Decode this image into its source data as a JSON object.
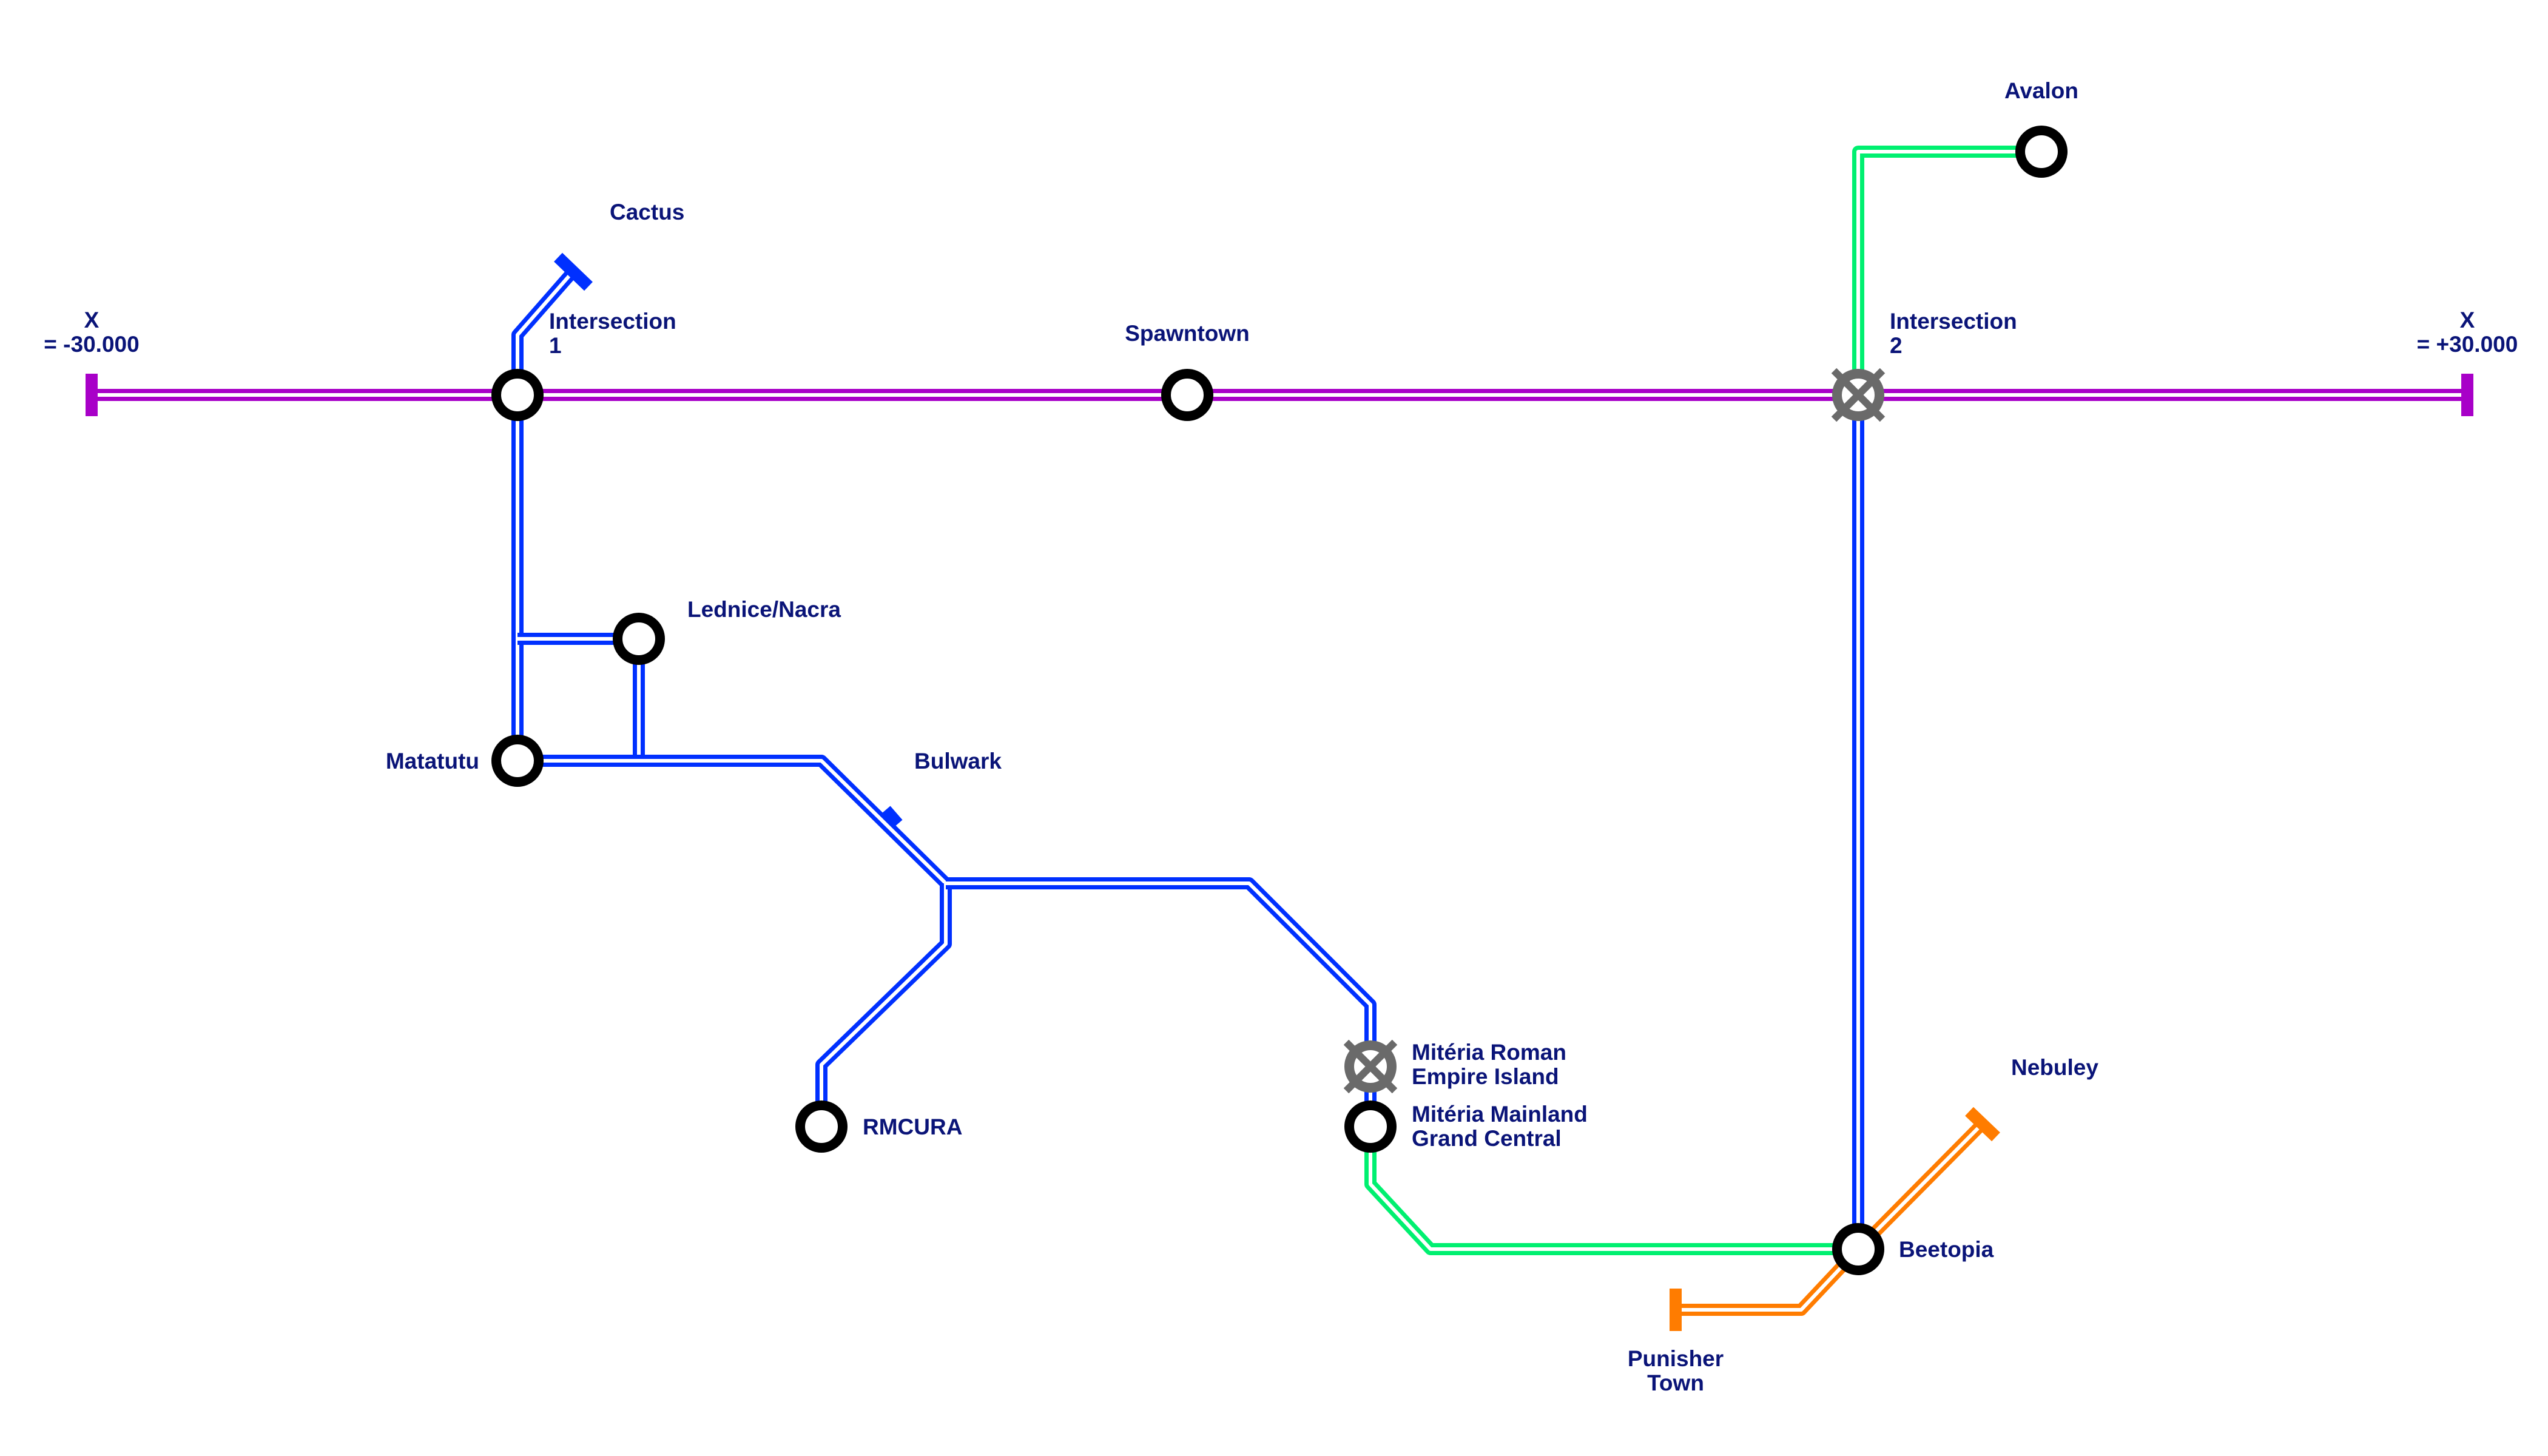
{
  "title": "Transit network map",
  "colors": {
    "purple": "#a800c8",
    "blue": "#0030ff",
    "green": "#00f070",
    "orange": "#ff7c00",
    "interchange_gray": "#6a6a6a",
    "station_ring": "#000000",
    "label": "#0a1478"
  },
  "lines": [
    {
      "name": "purple-line",
      "color": "purple"
    },
    {
      "name": "blue-line",
      "color": "blue"
    },
    {
      "name": "green-line",
      "color": "green"
    },
    {
      "name": "orange-line",
      "color": "orange"
    }
  ],
  "stations": [
    {
      "id": "x-minus",
      "label": [
        "X",
        "= -30.000"
      ],
      "type": "terminus"
    },
    {
      "id": "intersection-1",
      "label": [
        "Intersection",
        "1"
      ],
      "type": "station"
    },
    {
      "id": "spawntown",
      "label": [
        "Spawntown"
      ],
      "type": "station"
    },
    {
      "id": "intersection-2",
      "label": [
        "Intersection",
        "2"
      ],
      "type": "interchange-closed"
    },
    {
      "id": "x-plus",
      "label": [
        "X",
        "= +30.000"
      ],
      "type": "terminus"
    },
    {
      "id": "cactus",
      "label": [
        "Cactus"
      ],
      "type": "terminus"
    },
    {
      "id": "avalon",
      "label": [
        "Avalon"
      ],
      "type": "station"
    },
    {
      "id": "lednice-nacra",
      "label": [
        "Lednice/Nacra"
      ],
      "type": "station"
    },
    {
      "id": "matatutu",
      "label": [
        "Matatutu"
      ],
      "type": "station"
    },
    {
      "id": "bulwark",
      "label": [
        "Bulwark"
      ],
      "type": "tick"
    },
    {
      "id": "rmcura",
      "label": [
        "RMCURA"
      ],
      "type": "station"
    },
    {
      "id": "miteria-roman",
      "label": [
        "Mitéria Roman",
        "Empire Island"
      ],
      "type": "interchange-closed"
    },
    {
      "id": "miteria-mainland",
      "label": [
        "Mitéria Mainland",
        "Grand Central"
      ],
      "type": "station"
    },
    {
      "id": "beetopia",
      "label": [
        "Beetopia"
      ],
      "type": "station"
    },
    {
      "id": "nebuley",
      "label": [
        "Nebuley"
      ],
      "type": "terminus"
    },
    {
      "id": "punisher-town",
      "label": [
        "Punisher",
        "Town"
      ],
      "type": "terminus"
    }
  ]
}
